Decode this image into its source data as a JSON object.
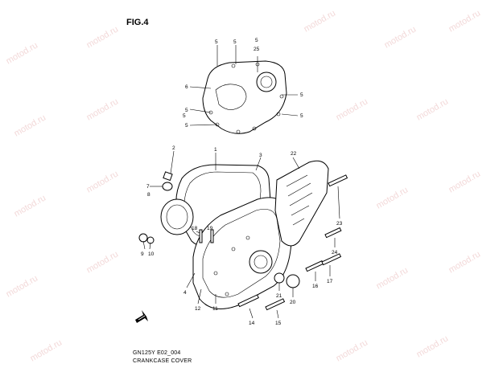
{
  "figure": {
    "title": "FIG.4",
    "code": "GN125Y E02_004",
    "caption": "CRANKCASE COVER",
    "watermark": "motod.ru"
  },
  "callouts": {
    "c5a": "5",
    "c5b": "5",
    "c5c": "5",
    "c25": "25",
    "c6": "6",
    "c5d": "5",
    "c5e": "5",
    "c5f": "5",
    "c5g": "5",
    "c5h": "5",
    "c2": "2",
    "c1": "1",
    "c3": "3",
    "c22": "22",
    "c7": "7",
    "c8": "8",
    "c9": "9",
    "c10": "10",
    "c18": "18",
    "c19": "19",
    "c4": "4",
    "c12": "12",
    "c11": "11",
    "c14": "14",
    "c15": "15",
    "c21": "21",
    "c20": "20",
    "c16": "16",
    "c17": "17",
    "c24": "24",
    "c23": "23"
  }
}
